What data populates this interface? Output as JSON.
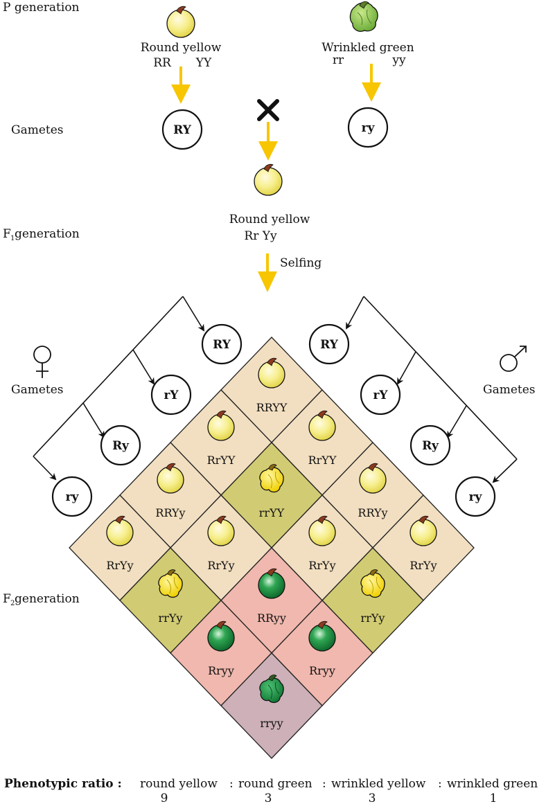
{
  "labels": {
    "p_generation": "P generation",
    "gametes_left": "Gametes",
    "f1_generation": "F",
    "f1_sub": "1",
    "f1_generation_rest": " generation",
    "f2_generation": "F",
    "f2_sub": "2",
    "f2_generation_rest": " generation",
    "female_gametes": "Gametes",
    "male_gametes": "Gametes"
  },
  "parents": {
    "left_phenotype": "Round yellow",
    "left_g1": "RR",
    "left_g2": "YY",
    "right_phenotype": "Wrinkled green",
    "right_g1": "rr",
    "right_g2": "yy"
  },
  "p_gametes": {
    "left": "RY",
    "right": "ry"
  },
  "f1": {
    "phenotype": "Round yellow",
    "genotype": "Rr Yy",
    "selfing": "Selfing"
  },
  "female_gametes": [
    "RY",
    "rY",
    "Ry",
    "ry"
  ],
  "male_gametes": [
    "RY",
    "rY",
    "Ry",
    "ry"
  ],
  "grid": [
    [
      "RRYY",
      "RrYY",
      "RRYy",
      "RrYy"
    ],
    [
      "RrYY",
      "rrYY",
      "RrYy",
      "rrYy"
    ],
    [
      "RRYy",
      "RrYy",
      "RRyy",
      "Rryy"
    ],
    [
      "RrYy",
      "rrYy",
      "Rryy",
      "rryy"
    ]
  ],
  "ratio": {
    "heading": "Phenotypic ratio :",
    "round_yellow": "round yellow",
    "round_green": "round green",
    "wrinkled_yellow": "wrinkled yellow",
    "wrinkled_green": "wrinkled green",
    "sep": ":",
    "n_round_yellow": "9",
    "n_round_green": "3",
    "n_wrinkled_yellow": "3",
    "n_wrinkled_green": "1"
  },
  "colors": {
    "round_yellow_bg": "#f2dfc1",
    "wrinkled_yellow_bg": "#d1cb73",
    "round_green_bg": "#f0b8ae",
    "wrinkled_green_bg": "#cdb0b8",
    "arrow": "#f7c600",
    "yellow_seed": "#f6ec86",
    "green_seed": "#1e8a3e"
  }
}
